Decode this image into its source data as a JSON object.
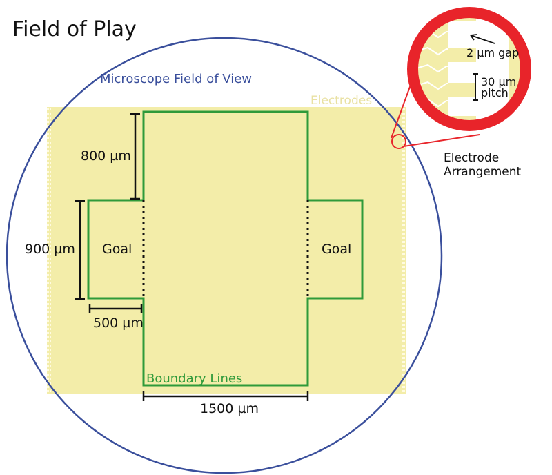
{
  "title": "Field of Play",
  "labels": {
    "microscope": "Microscope Field of View",
    "electrodes": "Electrodes",
    "boundary": "Boundary Lines",
    "goal_left": "Goal",
    "goal_right": "Goal",
    "dim_800": "800 µm",
    "dim_900": "900 µm",
    "dim_500": "500 µm",
    "dim_1500": "1500 µm",
    "inset_gap": "2 µm gap",
    "inset_pitch_1": "30 µm",
    "inset_pitch_2": "pitch",
    "inset_caption_1": "Electrode",
    "inset_caption_2": "Arrangement"
  },
  "colors": {
    "microscope": "#3a4f9c",
    "electrodes": "#f3eda9",
    "boundary": "#2f9a3a",
    "inset_ring": "#e8242a"
  }
}
